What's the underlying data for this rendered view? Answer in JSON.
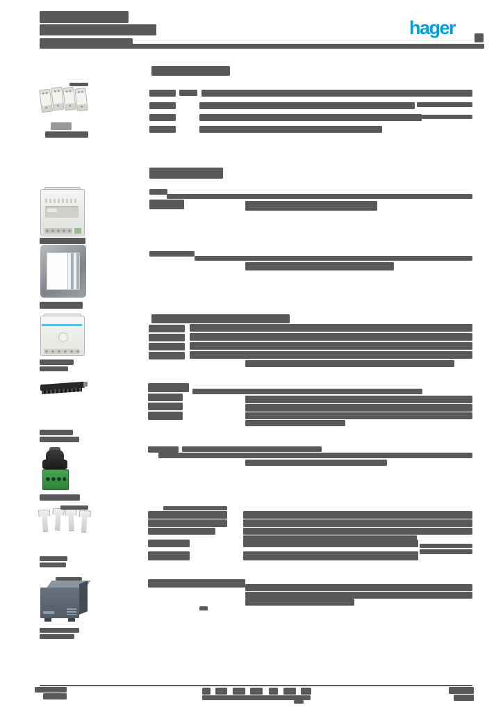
{
  "page": {
    "type": "catalog-document-page",
    "background": "#ffffff",
    "redaction_gray": "#58595b",
    "brand_blue": "#009fe0"
  },
  "logo": {
    "text": "hager"
  },
  "products": [
    {
      "name": "micro-modules"
    },
    {
      "name": "din-rail-module"
    },
    {
      "name": "metal-mounting-frame"
    },
    {
      "name": "knx-module-blue-stripe"
    },
    {
      "name": "black-antenna-bar"
    },
    {
      "name": "bus-connector-green"
    },
    {
      "name": "metal-fixing-clips"
    },
    {
      "name": "dark-coupler-box"
    }
  ],
  "redaction_groups": [
    {
      "name": "header-title-redaction",
      "bars": [
        [
          57,
          16,
          128,
          17
        ],
        [
          57,
          35,
          168,
          16
        ],
        [
          57,
          55,
          134,
          9
        ]
      ]
    },
    {
      "name": "header-rule",
      "bars": [
        [
          57,
          63,
          640,
          7
        ]
      ]
    },
    {
      "name": "header-corner-mark",
      "bars": [
        [
          683,
          48,
          13,
          13
        ]
      ]
    },
    {
      "name": "section1-heading-redaction",
      "bars": [
        [
          218,
          95,
          113,
          14
        ]
      ]
    },
    {
      "name": "product1-annotation-redaction",
      "bars": [
        [
          100,
          119,
          27,
          5
        ],
        [
          73,
          176,
          30,
          11,
          "#96989a"
        ]
      ]
    },
    {
      "name": "product1-caption-redaction",
      "bars": [
        [
          65,
          189,
          62,
          9
        ]
      ]
    },
    {
      "name": "section1-text-redaction",
      "bars": [
        [
          215,
          129,
          38,
          10
        ],
        [
          258,
          129,
          26,
          9
        ],
        [
          290,
          129,
          390,
          10
        ],
        [
          215,
          147,
          38,
          10
        ],
        [
          287,
          147,
          310,
          10
        ],
        [
          600,
          147,
          80,
          7
        ],
        [
          215,
          164,
          38,
          10
        ],
        [
          287,
          164,
          320,
          10
        ],
        [
          607,
          165,
          73,
          6
        ],
        [
          215,
          181,
          38,
          10
        ],
        [
          287,
          181,
          263,
          10
        ]
      ]
    },
    {
      "name": "section2-heading-redaction",
      "bars": [
        [
          215,
          241,
          106,
          16
        ]
      ]
    },
    {
      "name": "product2-caption-redaction",
      "bars": [
        [
          57,
          342,
          66,
          9
        ]
      ]
    },
    {
      "name": "section2-text-redaction",
      "bars": [
        [
          215,
          272,
          26,
          8
        ],
        [
          215,
          287,
          50,
          14
        ],
        [
          240,
          279,
          440,
          7
        ],
        [
          353,
          289,
          190,
          14
        ]
      ]
    },
    {
      "name": "product3-caption-redaction",
      "bars": [
        [
          57,
          434,
          62,
          10
        ]
      ]
    },
    {
      "name": "section3-text-redaction",
      "bars": [
        [
          215,
          361,
          65,
          8
        ],
        [
          280,
          368,
          400,
          7
        ],
        [
          353,
          377,
          214,
          12
        ]
      ]
    },
    {
      "name": "section4-heading-redaction",
      "bars": [
        [
          218,
          452,
          199,
          13
        ]
      ]
    },
    {
      "name": "product4-caption-redaction",
      "bars": [
        [
          57,
          517,
          49,
          8
        ],
        [
          57,
          527,
          41,
          7
        ]
      ]
    },
    {
      "name": "section4-text-redaction",
      "bars": [
        [
          214,
          467,
          52,
          11
        ],
        [
          273,
          466,
          407,
          11
        ],
        [
          214,
          480,
          52,
          11
        ],
        [
          273,
          479,
          407,
          11
        ],
        [
          214,
          493,
          52,
          11
        ],
        [
          273,
          492,
          407,
          11
        ],
        [
          214,
          506,
          52,
          11
        ],
        [
          273,
          505,
          407,
          11
        ],
        [
          353,
          518,
          301,
          10
        ]
      ]
    },
    {
      "name": "product5-caption-redaction",
      "bars": [
        [
          57,
          618,
          48,
          8
        ],
        [
          57,
          628,
          57,
          8
        ]
      ]
    },
    {
      "name": "section5-text-redaction",
      "bars": [
        [
          213,
          551,
          59,
          13
        ],
        [
          213,
          566,
          50,
          11
        ],
        [
          213,
          579,
          50,
          11
        ],
        [
          213,
          592,
          50,
          12
        ],
        [
          277,
          559,
          331,
          8
        ],
        [
          353,
          569,
          327,
          11
        ],
        [
          353,
          581,
          327,
          11
        ],
        [
          353,
          593,
          327,
          10
        ],
        [
          353,
          604,
          144,
          9
        ]
      ]
    },
    {
      "name": "product6-caption-redaction",
      "bars": [
        [
          57,
          711,
          58,
          9
        ]
      ]
    },
    {
      "name": "section6-text-redaction",
      "bars": [
        [
          213,
          642,
          44,
          9
        ],
        [
          262,
          642,
          201,
          8
        ],
        [
          228,
          651,
          452,
          8
        ],
        [
          353,
          661,
          204,
          9
        ]
      ]
    },
    {
      "name": "product7-annotation-redaction",
      "bars": [
        [
          87,
          727,
          40,
          6
        ]
      ]
    },
    {
      "name": "product7-caption-redaction",
      "bars": [
        [
          57,
          800,
          40,
          7
        ],
        [
          57,
          809,
          38,
          7
        ]
      ]
    },
    {
      "name": "section7-text-redaction",
      "bars": [
        [
          235,
          728,
          92,
          6
        ],
        [
          213,
          735,
          114,
          11
        ],
        [
          350,
          735,
          330,
          11
        ],
        [
          213,
          747,
          114,
          11
        ],
        [
          350,
          747,
          330,
          11
        ],
        [
          213,
          759,
          97,
          10
        ],
        [
          350,
          759,
          330,
          10
        ],
        [
          350,
          770,
          250,
          8
        ],
        [
          213,
          776,
          60,
          11
        ],
        [
          350,
          776,
          252,
          11
        ],
        [
          604,
          782,
          76,
          6
        ],
        [
          213,
          793,
          60,
          13
        ],
        [
          350,
          793,
          252,
          13
        ],
        [
          604,
          790,
          76,
          7
        ]
      ]
    },
    {
      "name": "product8-annotation-redaction",
      "bars": [
        [
          80,
          830,
          38,
          5
        ]
      ]
    },
    {
      "name": "product8-caption-redaction",
      "bars": [
        [
          57,
          903,
          57,
          7
        ],
        [
          57,
          912,
          50,
          7
        ]
      ]
    },
    {
      "name": "section8-text-redaction",
      "bars": [
        [
          213,
          833,
          140,
          12
        ],
        [
          353,
          840,
          327,
          10
        ],
        [
          353,
          851,
          327,
          10
        ],
        [
          353,
          861,
          157,
          10
        ],
        [
          287,
          872,
          12,
          6
        ]
      ]
    },
    {
      "name": "footer-rule",
      "bars": [
        [
          57,
          985,
          623,
          2
        ]
      ]
    },
    {
      "name": "footer-left-redaction",
      "bars": [
        [
          50,
          988,
          46,
          8
        ],
        [
          62,
          997,
          34,
          9
        ]
      ]
    },
    {
      "name": "footer-center-redaction",
      "bars": [
        [
          291,
          989,
          12,
          10
        ],
        [
          310,
          989,
          17,
          10
        ],
        [
          335,
          989,
          18,
          10
        ],
        [
          360,
          989,
          18,
          10
        ],
        [
          387,
          989,
          13,
          10
        ],
        [
          408,
          989,
          18,
          10
        ],
        [
          433,
          989,
          15,
          10
        ],
        [
          291,
          1000,
          156,
          7
        ],
        [
          423,
          1007,
          14,
          5
        ]
      ]
    },
    {
      "name": "footer-page-number-redaction",
      "bars": [
        [
          646,
          988,
          36,
          10
        ],
        [
          653,
          999,
          29,
          9
        ]
      ]
    }
  ]
}
